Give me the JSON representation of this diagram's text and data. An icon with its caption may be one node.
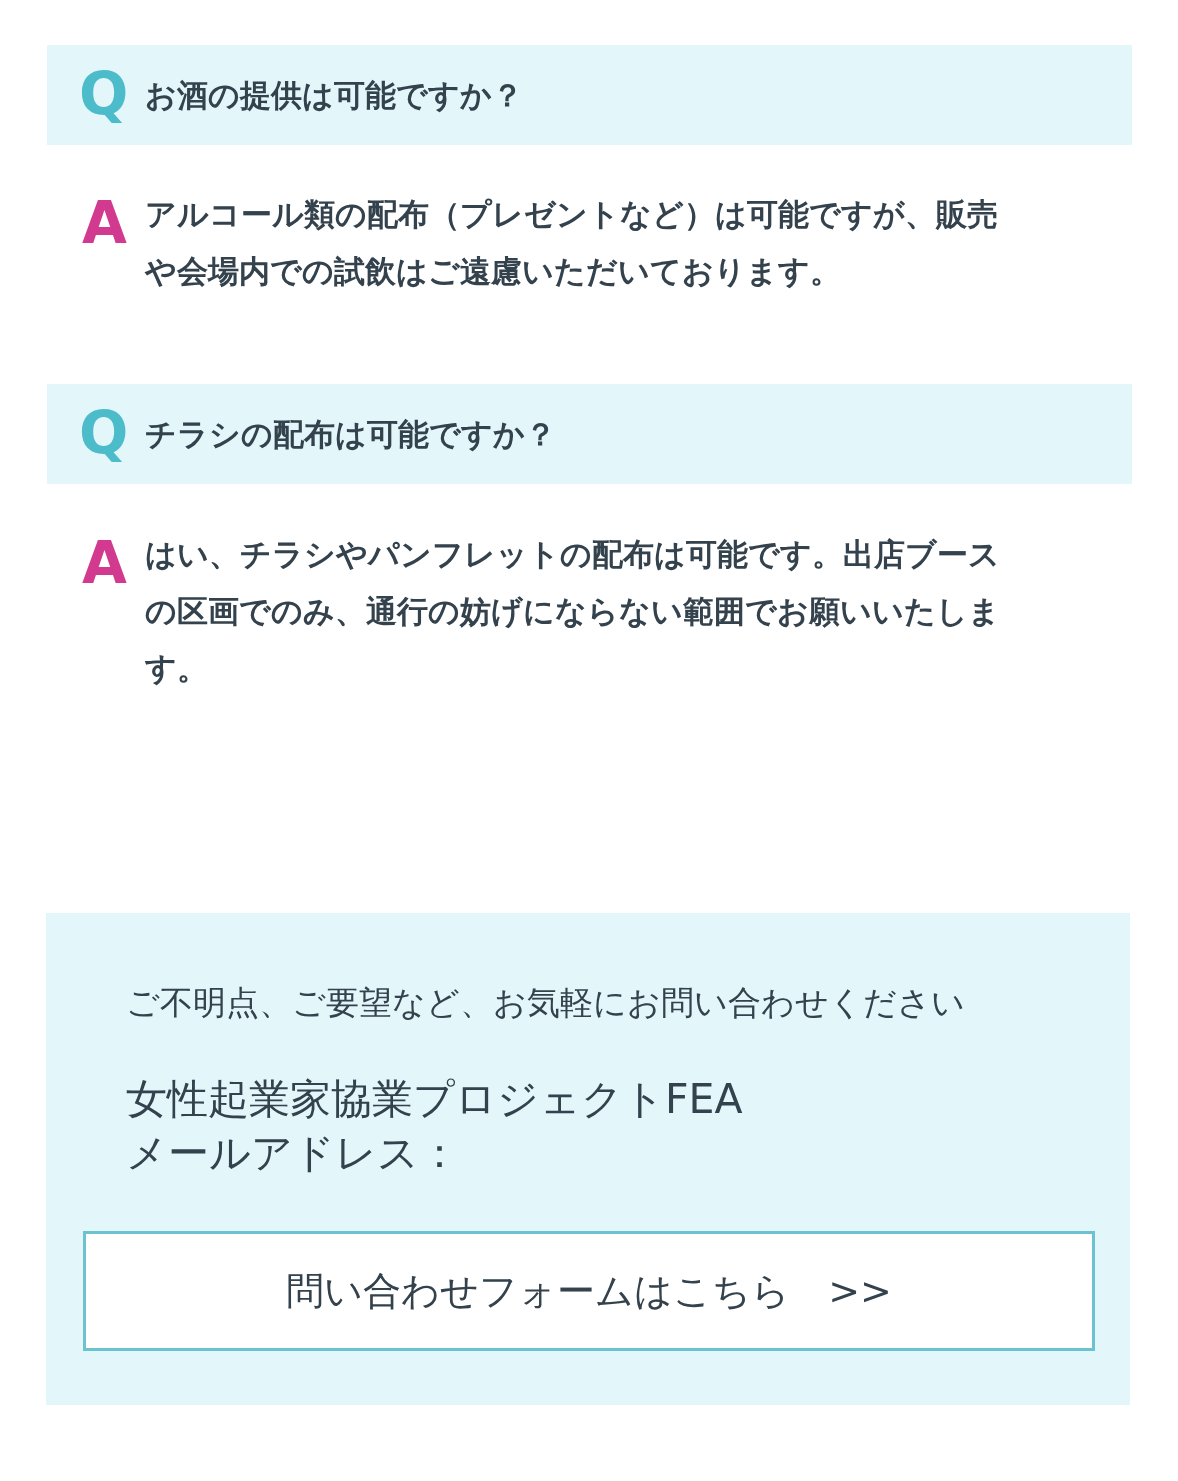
{
  "diagram": {
    "nodes": [
      {
        "text": [
          "Q",
          "お酒の提供は可能ですか？"
        ]
      },
      {
        "text": [
          "Q",
          "チラシの配布は可能ですか？"
        ]
      },
      {
        "text": [
          "ご不明点、ご要望など、お気軽にお問い合わせください",
          "女性起業家協業プロジェクトFEA",
          "メールアドレス："
        ]
      },
      {
        "text": [
          "問い合わせフォームはこちら　>>"
        ],
        "in": 2
      }
    ],
    "labels": [
      "A",
      "アルコール類の配布（プレゼントなど）は可能ですが、販売や会場内での試飲はご遠慮いただいております。",
      "A",
      "はい、チラシやパンフレットの配布は可能です。出店ブースの区画でのみ、通行の妨げにならない範囲でお願いいたします。"
    ]
  }
}
